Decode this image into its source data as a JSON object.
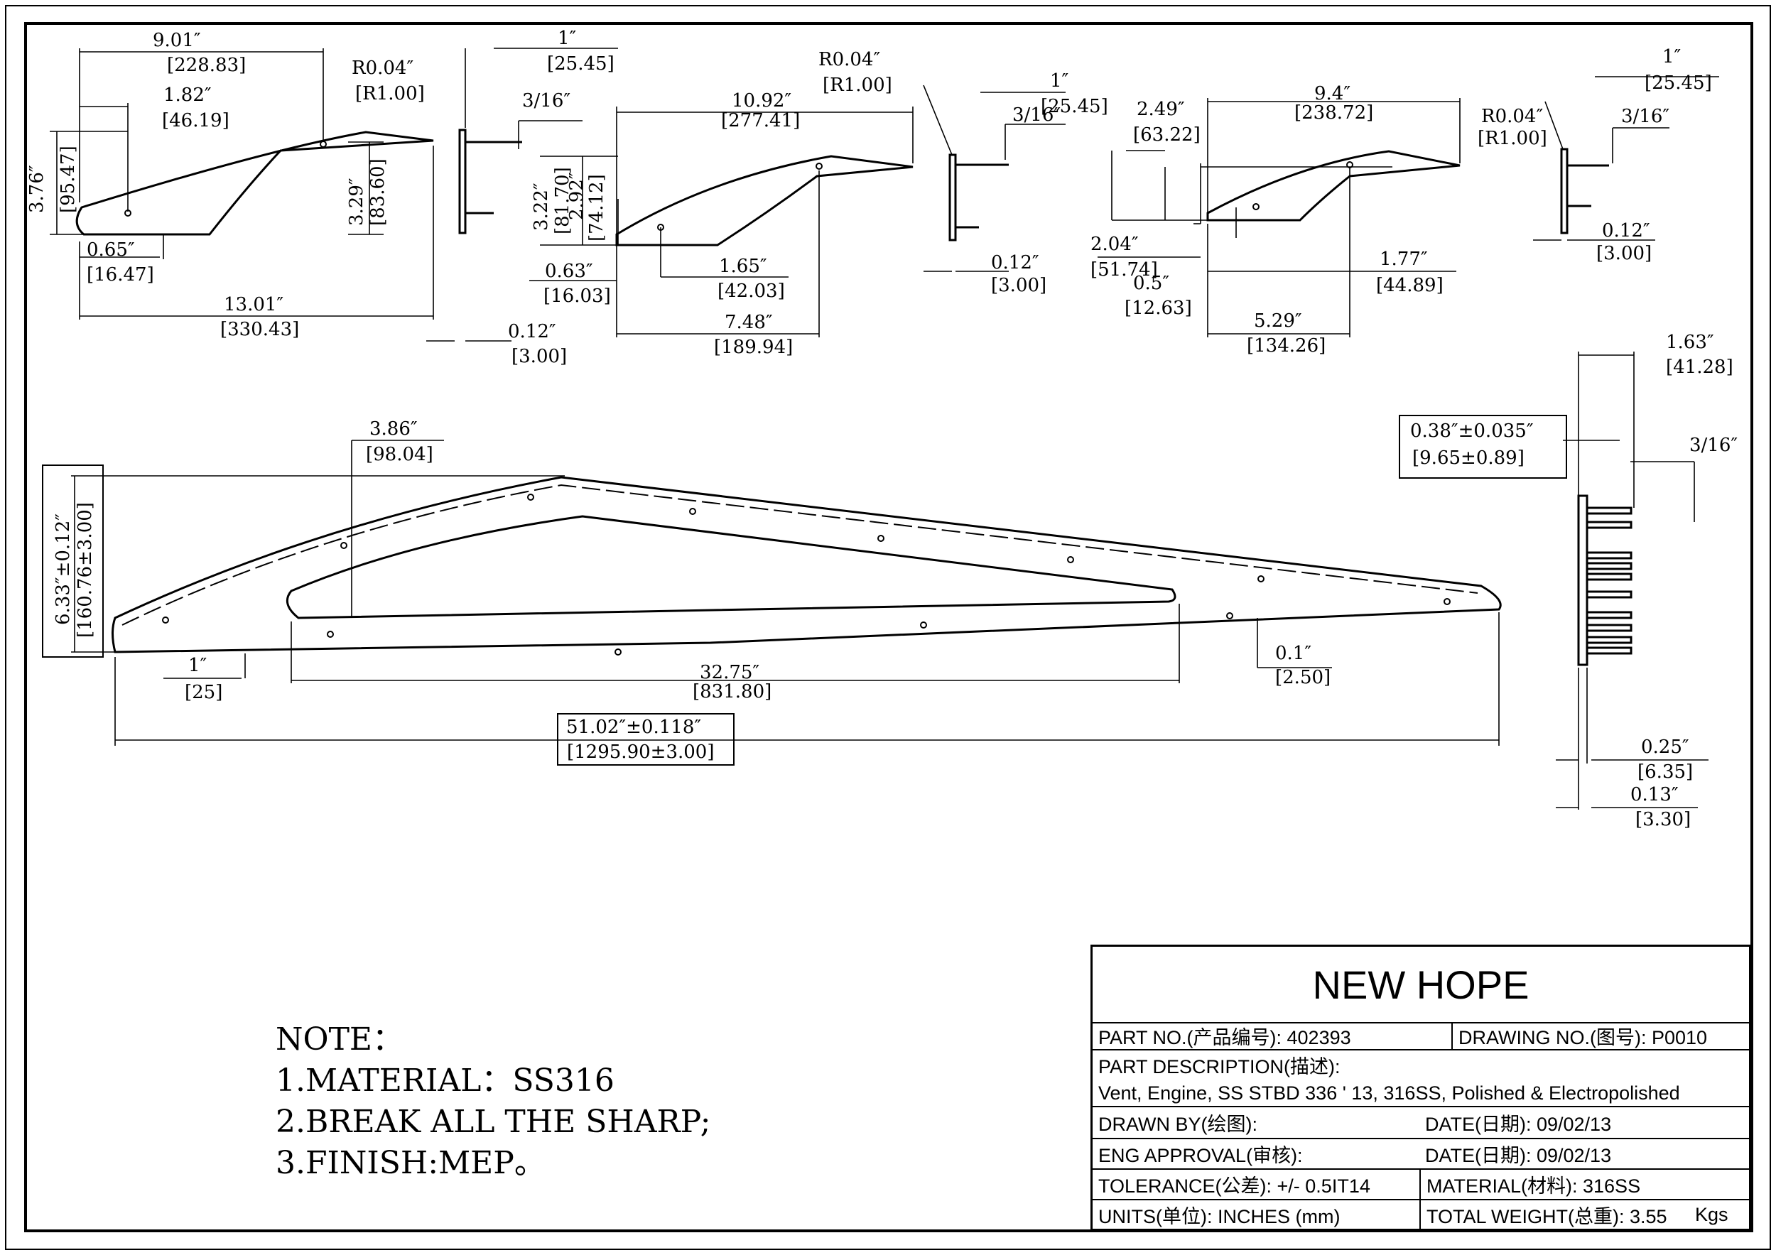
{
  "drawing": {
    "part1": {
      "dims": [
        "9.01″",
        "[228.83]",
        "1.82″",
        "[46.19]",
        "3.76″",
        "[95.47]",
        "3.29″",
        "[83.60]",
        "0.65″",
        "[16.47]",
        "13.01″",
        "[330.43]",
        "R0.04″",
        "[R1.00]",
        "1″",
        "[25.45]",
        "3/16″",
        "0.12″",
        "[3.00]"
      ]
    },
    "part2": {
      "dims": [
        "10.92″",
        "[277.41]",
        "R0.04″",
        "[R1.00]",
        "3.22″",
        "[81.70]",
        "2.92″",
        "[74.12]",
        "0.63″",
        "[16.03]",
        "1.65″",
        "[42.03]",
        "7.48″",
        "[189.94]",
        "1″",
        "[25.45]",
        "3/16″",
        "0.12″",
        "[3.00]"
      ]
    },
    "part3": {
      "dims": [
        "9.4″",
        "[238.72]",
        "2.49″",
        "[63.22]",
        "2.04″",
        "[51.74]",
        "0.5″",
        "[12.63]",
        "1.77″",
        "[44.89]",
        "5.29″",
        "[134.26]",
        "R0.04″",
        "[R1.00]",
        "1″",
        "[25.45]",
        "3/16″",
        "0.12″",
        "[3.00]"
      ]
    },
    "main": {
      "dims": [
        "3.86″",
        "[98.04]",
        "6.33″±0.12″",
        "[160.76±3.00]",
        "1″",
        "[25]",
        "32.75″",
        "[831.80]",
        "0.1″",
        "[2.50]",
        "51.02″±0.118″",
        "[1295.90±3.00]"
      ]
    },
    "side": {
      "dims": [
        "1.63″",
        "[41.28]",
        "0.38″±0.035″",
        "[9.65±0.89]",
        "3/16″",
        "0.25″",
        "[6.35]",
        "0.13″",
        "[3.30]"
      ]
    }
  },
  "notes": {
    "heading": "NOTE：",
    "lines": [
      "1.MATERIAL：SS316",
      "2.BREAK ALL THE SHARP;",
      "3.FINISH:MEP。"
    ]
  },
  "title_block": {
    "company": "NEW HOPE",
    "part_no": "PART NO.(产品编号): 402393",
    "drawing_no": "DRAWING NO.(图号): P0010",
    "part_description_label": "PART DESCRIPTION(描述):",
    "part_description": "Vent, Engine, SS STBD 336 ' 13, 316SS, Polished & Electropolished",
    "drawn_by": "DRAWN BY(绘图):",
    "date1": "DATE(日期): 09/02/13",
    "eng_approval": "ENG APPROVAL(审核):",
    "date2": "DATE(日期): 09/02/13",
    "tolerance": "TOLERANCE(公差): +/- 0.5IT14",
    "material": "MATERIAL(材料): 316SS",
    "units": "UNITS(单位): INCHES (mm)",
    "total_weight": "TOTAL WEIGHT(总重): 3.55",
    "weight_unit": "Kgs"
  }
}
